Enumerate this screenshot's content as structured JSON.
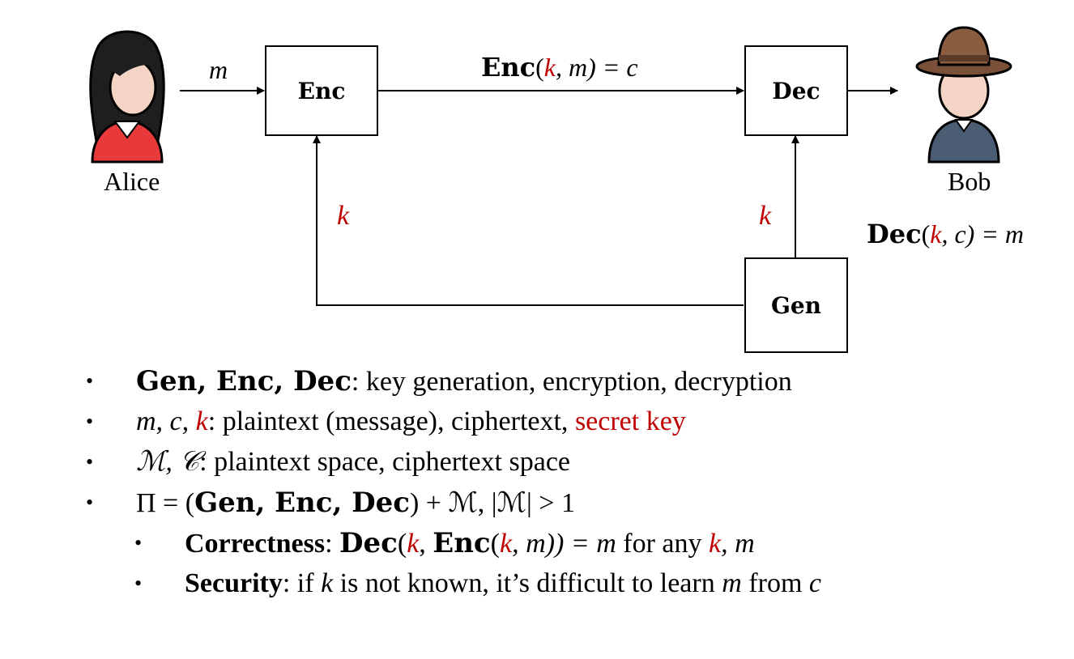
{
  "diagram": {
    "alice_label": "Alice",
    "bob_label": "Bob",
    "boxes": {
      "enc": "Enc",
      "dec": "Dec",
      "gen": "Gen"
    },
    "arrow_labels": {
      "message": "m",
      "enc_fn": "Enc",
      "enc_args_open": "(",
      "key": "k",
      "enc_args_rest": ", m) = c",
      "key_left": "k",
      "key_right": "k"
    },
    "bob_equation": {
      "fn": "Dec",
      "open": "(",
      "key": "k",
      "rest": ", c) = m"
    }
  },
  "bullets": [
    {
      "bold": "Gen, Enc, Dec",
      "text": ": key generation, encryption, decryption"
    },
    {
      "math_plain": "m, c, ",
      "math_red": "k",
      "text": ": plaintext (message), ciphertext, ",
      "red_text": "secret key"
    },
    {
      "math_plain": "ℳ, 𝒞",
      "text": ": plaintext space, ciphertext space"
    },
    {
      "prefix": "Π = (",
      "bold": "Gen, Enc, Dec",
      "text": ") + ℳ, |ℳ| > 1"
    }
  ],
  "sub_bullets": [
    {
      "bold": "Correctness",
      "p1": ": ",
      "f1": "Dec",
      "o1": "(",
      "k1": "k",
      "c1": ", ",
      "f2": "Enc",
      "o2": "(",
      "k2": "k",
      "r": ", m)) = m",
      "mid": " for any ",
      "k3": "k",
      "tail": ", m"
    },
    {
      "bold": "Security",
      "p1": ": if ",
      "k": "k",
      "mid": " is not known, it’s difficult to learn ",
      "m": "m",
      "from": " from ",
      "c": "c"
    }
  ],
  "colors": {
    "key_red": "#c00000",
    "alice_shirt": "#e83a3a",
    "bob_shirt": "#4a5d73",
    "hat": "#7a5038"
  },
  "icons": [
    "alice-avatar-icon",
    "bob-avatar-icon"
  ]
}
